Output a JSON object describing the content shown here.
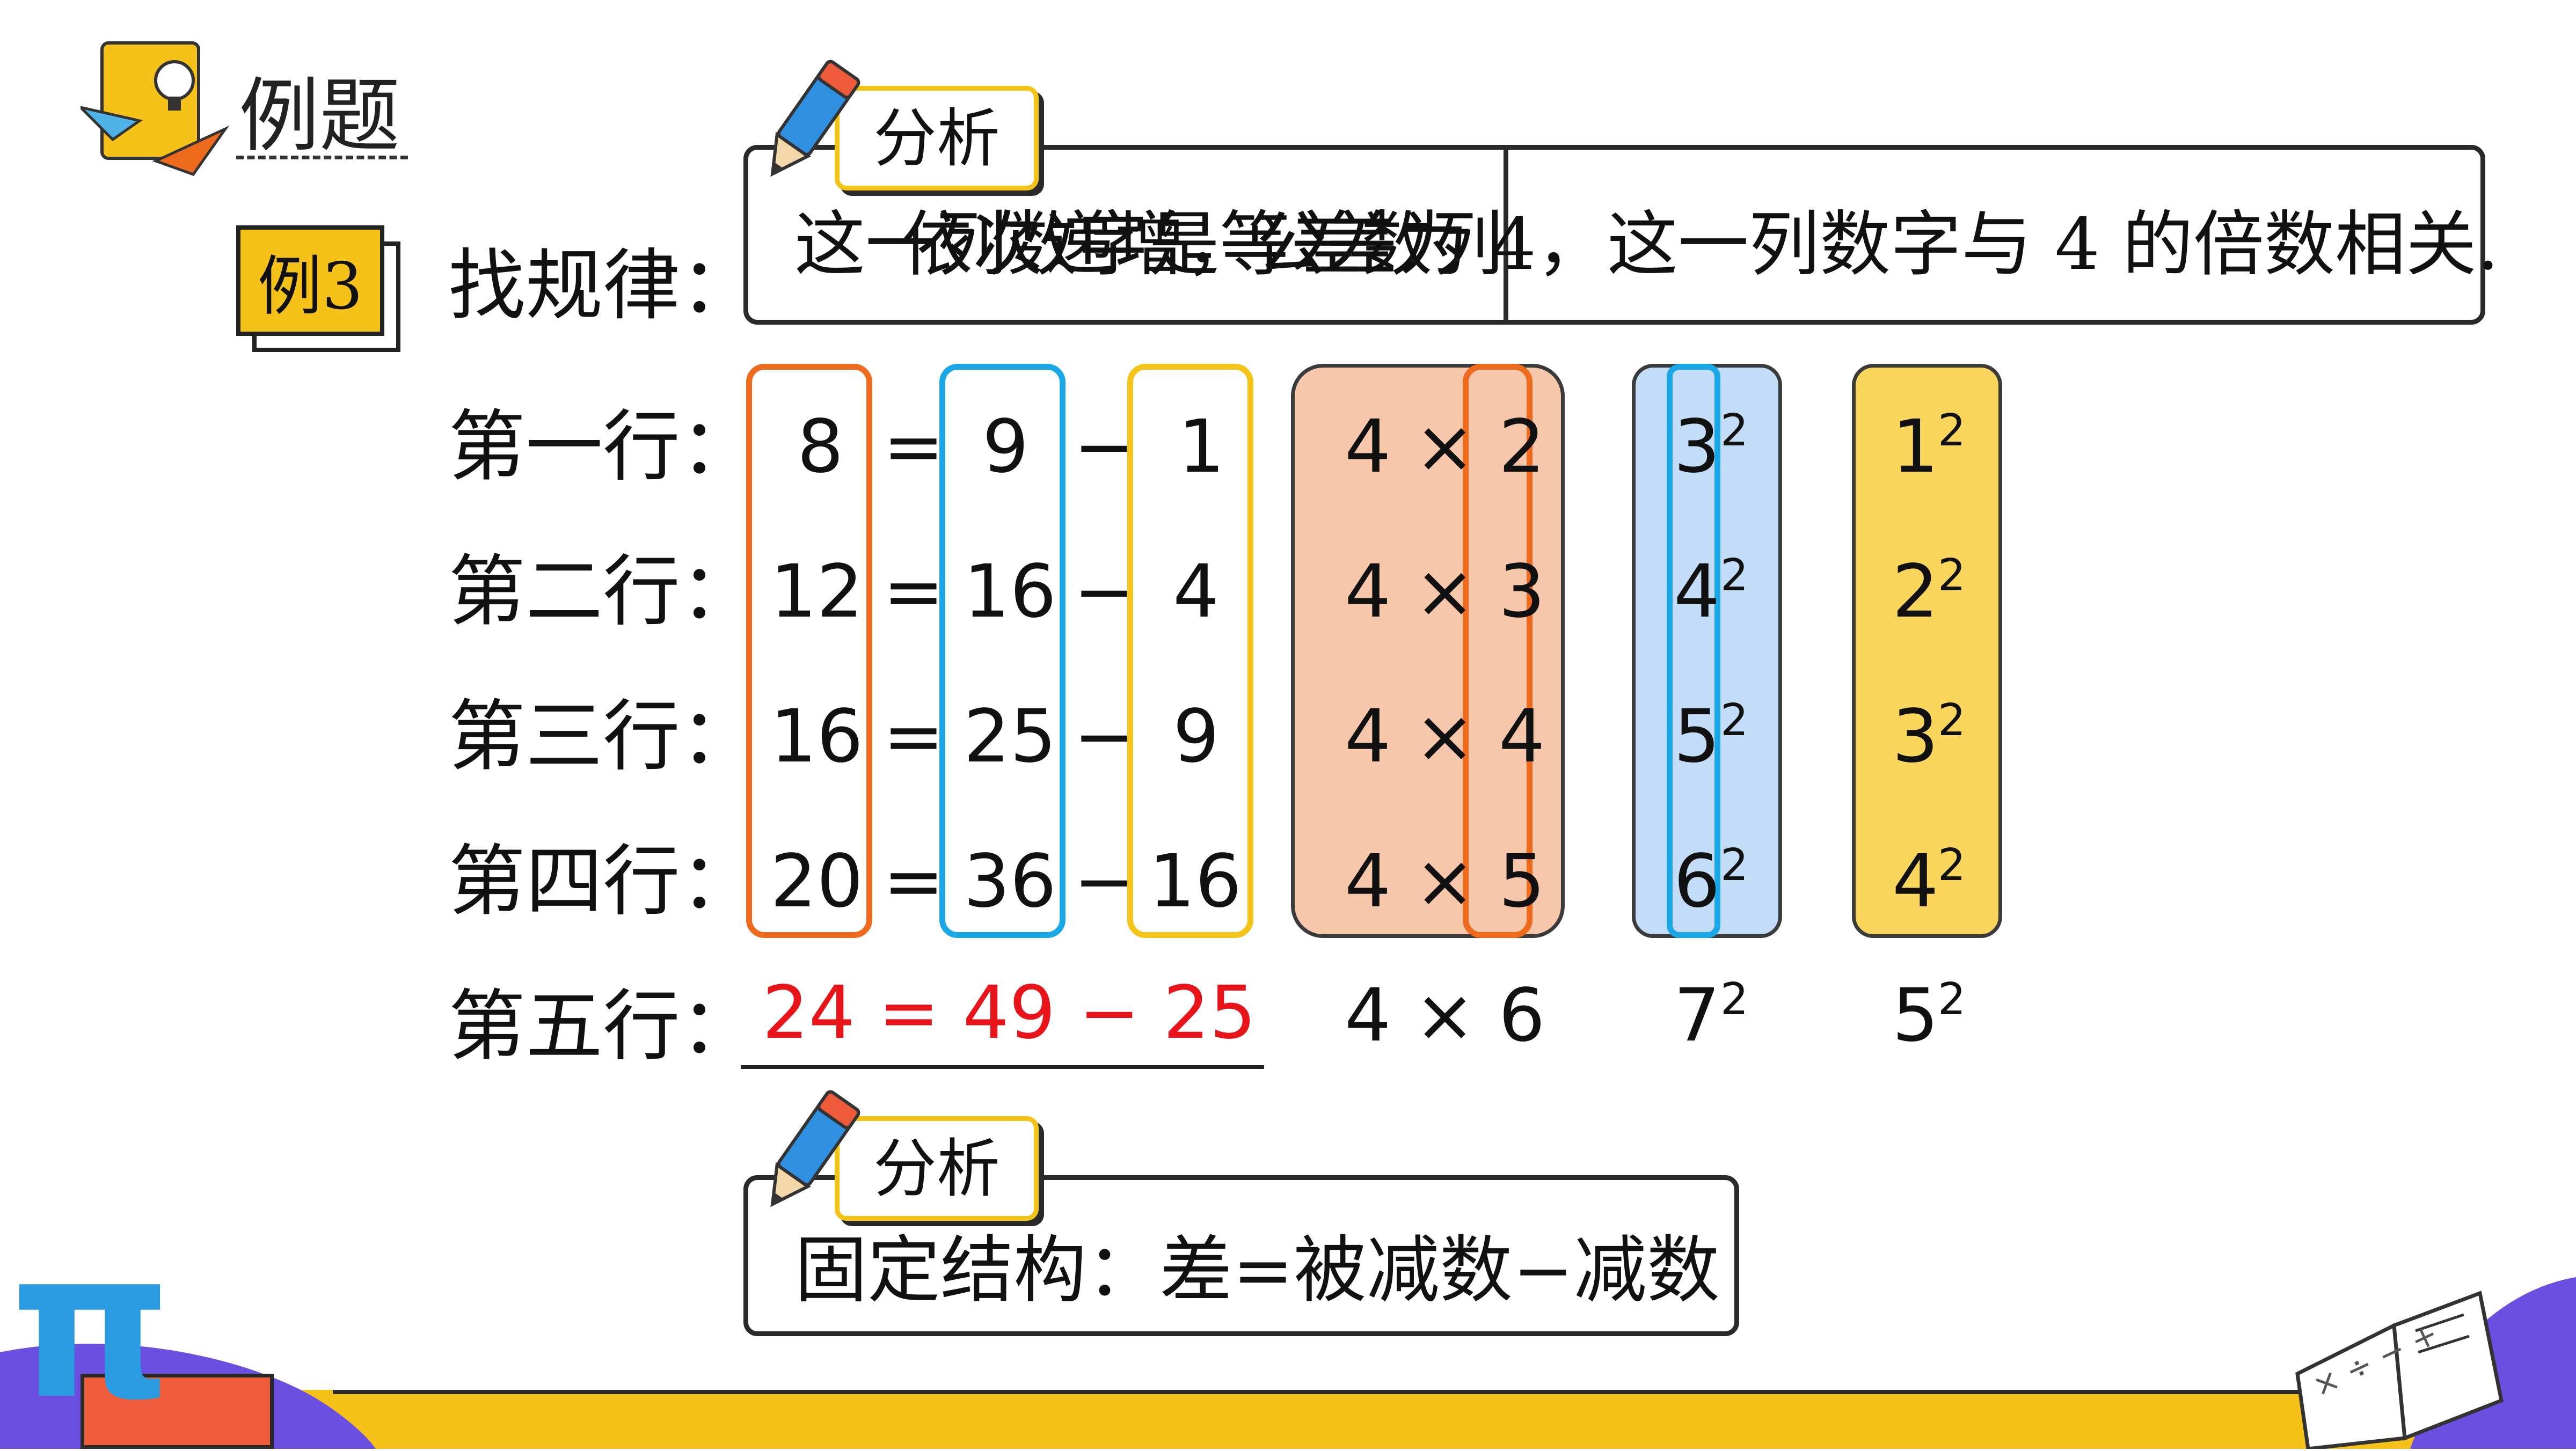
{
  "header": {
    "title": "例题"
  },
  "example_tag": "例3",
  "prompt": "找规律：",
  "analysis_tag": "分析",
  "analysis_top": {
    "text_a": "这一列数字是等差数列",
    "text_b": "依次递增，公差为 4，这一列数字与 4 的倍数相关."
  },
  "rows": [
    {
      "label": "第一行：",
      "a": "8",
      "b": "9",
      "c": "1",
      "m": "4 × 2",
      "sq": "3",
      "sq2": "1"
    },
    {
      "label": "第二行：",
      "a": "12",
      "b": "16",
      "c": "4",
      "m": "4 × 3",
      "sq": "4",
      "sq2": "2"
    },
    {
      "label": "第三行：",
      "a": "16",
      "b": "25",
      "c": "9",
      "m": "4 × 4",
      "sq": "5",
      "sq2": "3"
    },
    {
      "label": "第四行：",
      "a": "20",
      "b": "36",
      "c": "16",
      "m": "4 × 5",
      "sq": "6",
      "sq2": "4"
    }
  ],
  "ops": {
    "eq": "=",
    "minus": "−"
  },
  "exponent": "2",
  "row5": {
    "label": "第五行：",
    "answer": "24 = 49 − 25",
    "m": "4 × 6",
    "sq": "7",
    "sq2": "5"
  },
  "analysis_bottom": {
    "text": "固定结构：差=被减数−减数"
  },
  "decor": {
    "pi": "π",
    "book_symbols": "× ÷ − +"
  },
  "colors": {
    "orange": "#ee6a1d",
    "blue": "#1aa7e6",
    "yellow": "#f4c419",
    "peach": "#f6c7aa",
    "lightblue": "#c3dcf7",
    "gold": "#fad75c"
  }
}
